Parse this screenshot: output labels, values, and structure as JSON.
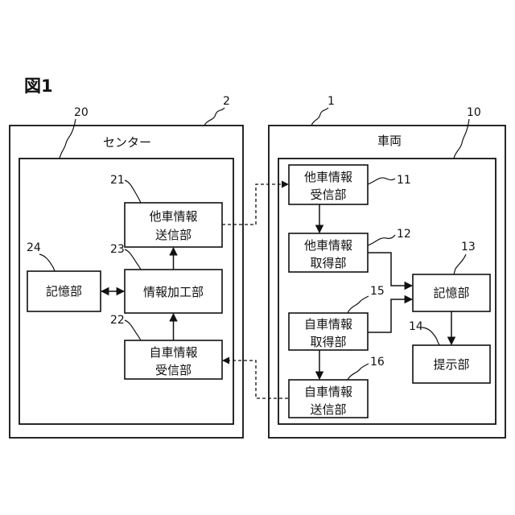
{
  "figure_label": "図1",
  "center": {
    "ref_outer": "2",
    "ref_inner": "20",
    "title": "センター",
    "boxes": {
      "other_send": {
        "ref": "21",
        "lines": [
          "他車情報",
          "送信部"
        ]
      },
      "process": {
        "ref": "23",
        "lines": [
          "情報加工部"
        ]
      },
      "storage": {
        "ref": "24",
        "lines": [
          "記憶部"
        ]
      },
      "own_receive": {
        "ref": "22",
        "lines": [
          "自車情報",
          "受信部"
        ]
      }
    }
  },
  "vehicle": {
    "ref_outer": "1",
    "ref_inner": "10",
    "title": "車両",
    "boxes": {
      "other_receive": {
        "ref": "11",
        "lines": [
          "他車情報",
          "受信部"
        ]
      },
      "other_acquire": {
        "ref": "12",
        "lines": [
          "他車情報",
          "取得部"
        ]
      },
      "storage": {
        "ref": "13",
        "lines": [
          "記憶部"
        ]
      },
      "own_acquire": {
        "ref": "15",
        "lines": [
          "自車情報",
          "取得部"
        ]
      },
      "present": {
        "ref": "14",
        "lines": [
          "提示部"
        ]
      },
      "own_send": {
        "ref": "16",
        "lines": [
          "自車情報",
          "送信部"
        ]
      }
    }
  }
}
